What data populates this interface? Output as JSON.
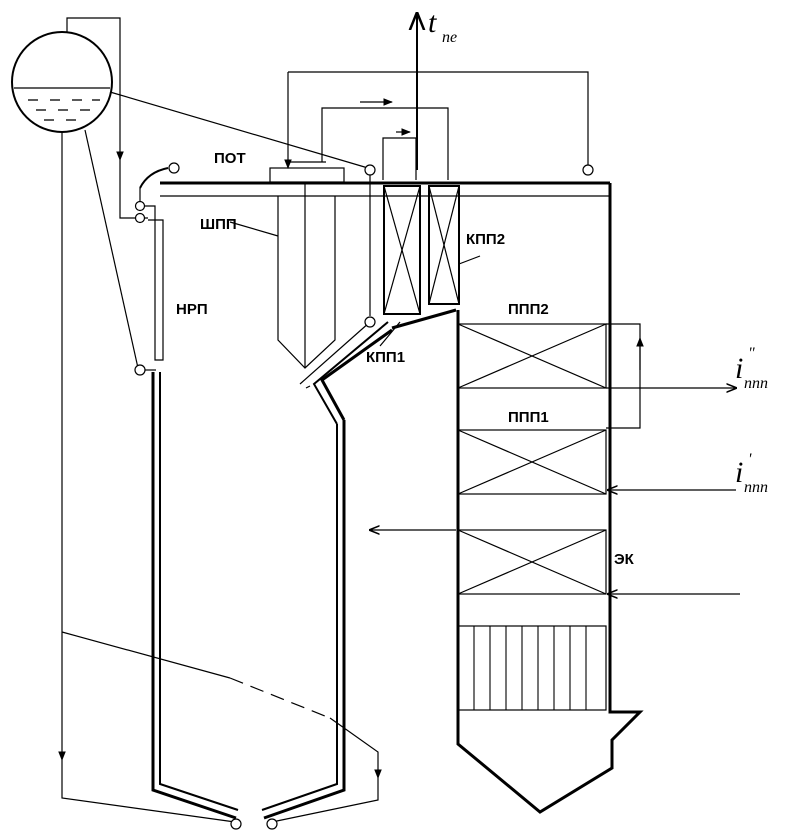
{
  "labels": {
    "pot": "ПОТ",
    "shpp": "ШПП",
    "nrp": "НРП",
    "kpp1": "КПП1",
    "kpp2": "КПП2",
    "ppp1": "ППП1",
    "ppp2": "ППП2",
    "ek": "ЭК"
  },
  "symbols": {
    "t_pe_main": "t",
    "t_pe_sub": "пе",
    "i_out_main": "i",
    "i_out_sup": "\"",
    "i_out_sub": "ппп",
    "i_in_main": "i",
    "i_in_sup": "'",
    "i_in_sub": "ппп"
  }
}
